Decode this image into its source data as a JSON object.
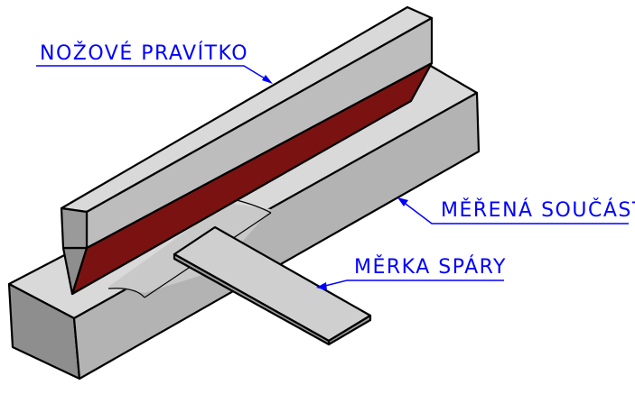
{
  "labels": {
    "straightedge": "NOŽOVÉ PRAVÍTKO",
    "part": "MĚŘENÁ SOUČÁST",
    "gauge": "MĚRKA SPÁRY"
  },
  "colors": {
    "annotation": "#0000ff",
    "blade_face": "#7a1212",
    "top_face": "#d9d9d9",
    "side_face": "#b3b3b3",
    "dark_face": "#8e8e8e"
  }
}
